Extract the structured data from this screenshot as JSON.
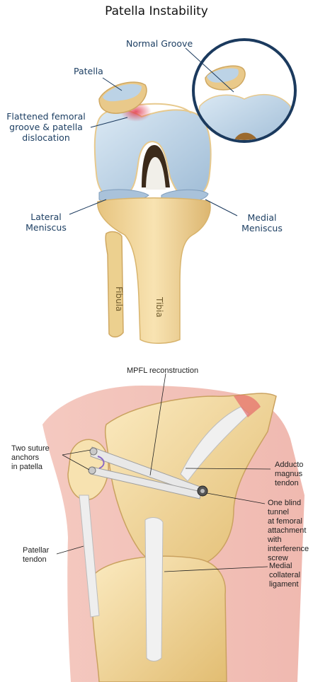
{
  "title": "Patella Instability",
  "top_diagram": {
    "labels": {
      "normal_groove": "Normal Groove",
      "patella": "Patella",
      "flattened_line1": "Flattened femoral",
      "flattened_line2": "groove & patella",
      "flattened_line3": "dislocation",
      "lateral_line1": "Lateral",
      "lateral_line2": "Meniscus",
      "medial_line1": "Medial",
      "medial_line2": "Meniscus",
      "fibula": "Fibula",
      "tibia": "Tibia"
    }
  },
  "bottom_diagram": {
    "labels": {
      "mpfl": "MPFL reconstruction",
      "two_suture_line1": "Two suture",
      "two_suture_line2": "anchors",
      "two_suture_line3": "in patella",
      "adductor_line1": "Adducto",
      "adductor_line2": "magnus",
      "adductor_line3": "tendon",
      "tunnel_line1": "One blind tunnel",
      "tunnel_line2": "at femoral",
      "tunnel_line3": "attachment with",
      "tunnel_line4": "interference screw",
      "patellar_line1": "Patellar",
      "patellar_line2": "tendon",
      "mcl_line1": "Medial collateral",
      "mcl_line2": "ligament"
    }
  },
  "colors": {
    "cartilage": "#bcd3e6",
    "bone": "#f3d9a0",
    "bone_shade": "#d9b36a",
    "inset_ring": "#1b3a5e",
    "skin": "#f3c7bf",
    "label_blue": "#1d3f63"
  }
}
